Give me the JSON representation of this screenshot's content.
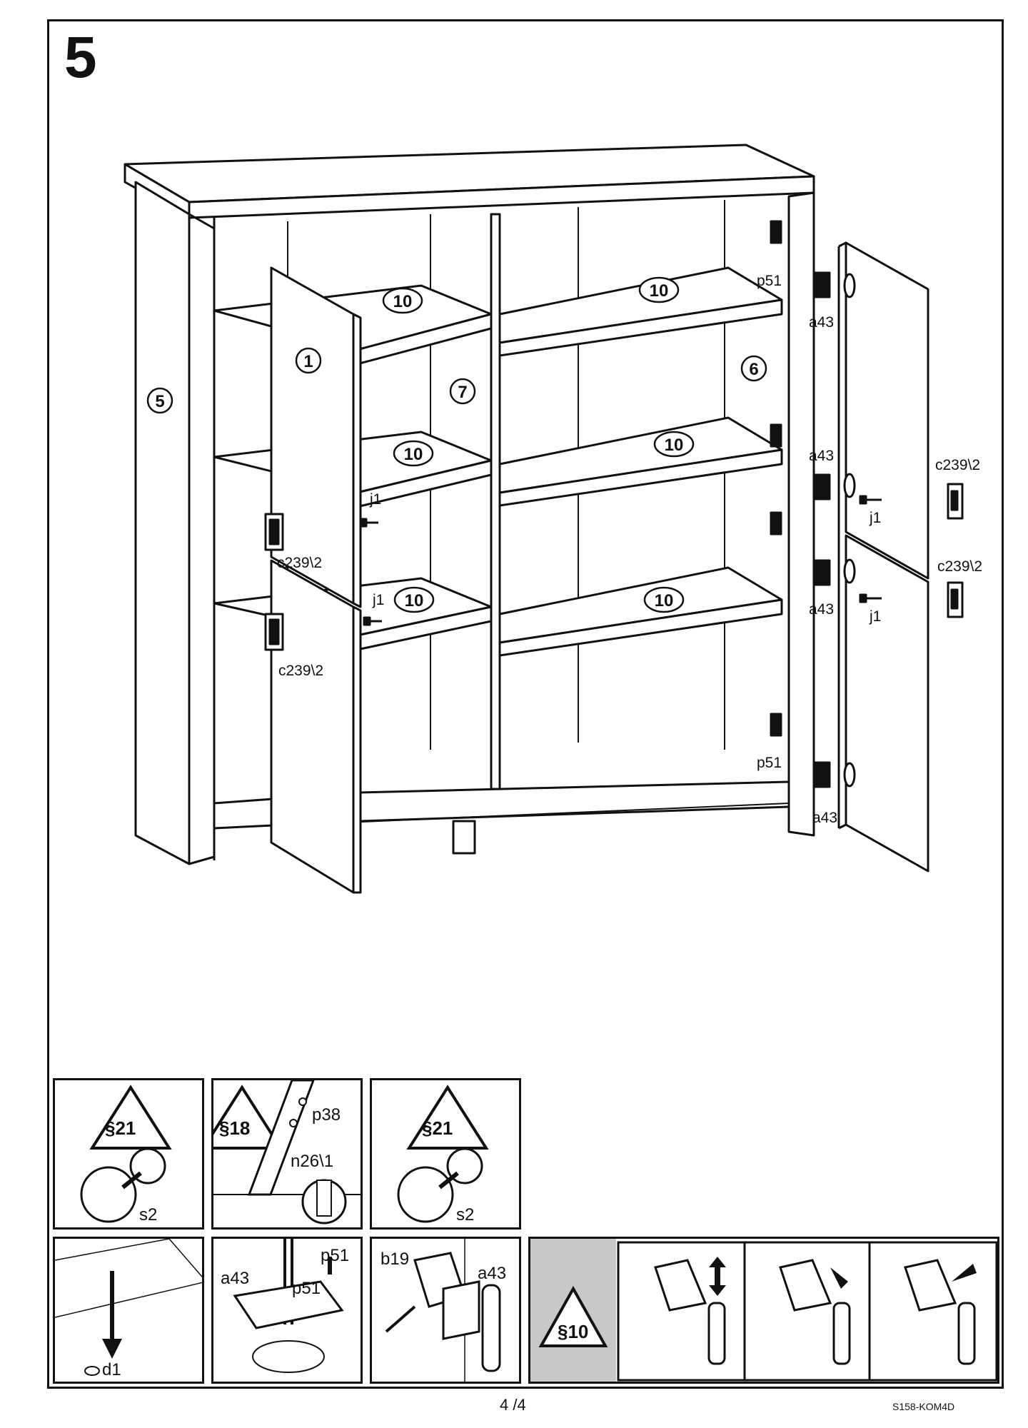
{
  "step": {
    "number": "5"
  },
  "main": {
    "part_labels": {
      "p1": "1",
      "p5": "5",
      "p6": "6",
      "p7": "7",
      "s1": "10",
      "s2": "10",
      "s3": "10",
      "s4": "10",
      "s5": "10",
      "s6": "10"
    },
    "hardware_labels": {
      "p51_top": "p51",
      "a43_top": "a43",
      "a43_mid": "a43",
      "a43_low": "a43",
      "p51_bottom": "p51",
      "a43_bottom": "a43",
      "j1_left_top": "j1",
      "j1_left_low": "j1",
      "c239_left_top": "c239\\2",
      "c239_left_low": "c239\\2",
      "c239_right_top": "c239\\2",
      "c239_right_low": "c239\\2",
      "j1_right_top": "j1",
      "j1_right_low": "j1"
    }
  },
  "bottom_panels": {
    "panel1": {
      "warning": "§21",
      "part": "s2"
    },
    "panel2": {
      "warning": "§18",
      "part_a": "p38",
      "part_b": "n26\\1"
    },
    "panel3": {
      "warning": "§21",
      "part": "s2"
    },
    "panel4": {
      "part": "d1"
    },
    "panel5": {
      "part_a": "a43",
      "part_b": "p51",
      "part_c": "p51"
    },
    "panel6": {
      "part_a": "b19",
      "part_b": "a43"
    },
    "panel7": {
      "warning": "§10"
    }
  },
  "footer": {
    "page": "4 /4",
    "code": "S158-KOM4D"
  }
}
